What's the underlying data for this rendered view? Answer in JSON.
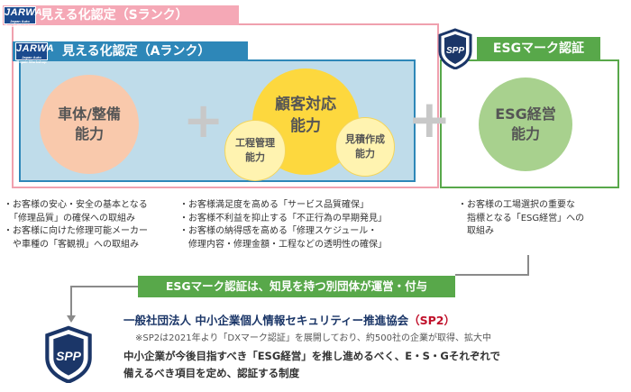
{
  "logo": {
    "brand": "JARWA",
    "sub": "Japan Auto Repair Workshop"
  },
  "s_rank": {
    "label": "見える化認定（Sランク）"
  },
  "a_rank": {
    "label": "見える化認定（Aランク）"
  },
  "esg_mark": {
    "label": "ESGマーク認証",
    "logo_text": "SPP"
  },
  "circles": {
    "body_repair": [
      "車体/整備",
      "能力"
    ],
    "customer": [
      "顧客対応",
      "能力"
    ],
    "process": [
      "工程管理",
      "能力"
    ],
    "estimate": [
      "見積作成",
      "能力"
    ],
    "esg": [
      "ESG経営",
      "能力"
    ]
  },
  "bullets": {
    "col1": [
      "・お客様の安心・安全の基本となる",
      "「修理品質」の確保への取組み",
      "・お客様に向けた修理可能メーカー",
      "や車種の「客観視」への取組み"
    ],
    "col2": [
      "・お客様満足度を高める「サービス品質確保」",
      "・お客様不利益を抑止する「不正行為の早期発見」",
      "・お客様の納得感を高める「修理スケジュール・",
      "修理内容・修理金額・工程などの透明性の確保」"
    ],
    "col3": [
      "・お客様の工場選択の重要な",
      "指標となる「ESG経営」への",
      "取組み"
    ]
  },
  "banner": "ESGマーク認証は、知見を持つ別団体が運営・付与",
  "org": {
    "name": "一般社団法人 中小企業個人情報セキュリティー推進協会",
    "abbr": "（SP2）",
    "note": "※SP2は2021年より「DXマーク認証」を展開しており、約500社の企業が取得、拡大中",
    "desc1": "中小企業が今後目指すべき「ESG経営」を推し進めるべく、E・S・Gそれぞれで",
    "desc2": "備えるべき項目を定め、認証する制度"
  },
  "colors": {
    "s_rank": "#f5a8b6",
    "a_rank": "#2e87b8",
    "esg": "#58a84a",
    "navy": "#1b3668"
  }
}
